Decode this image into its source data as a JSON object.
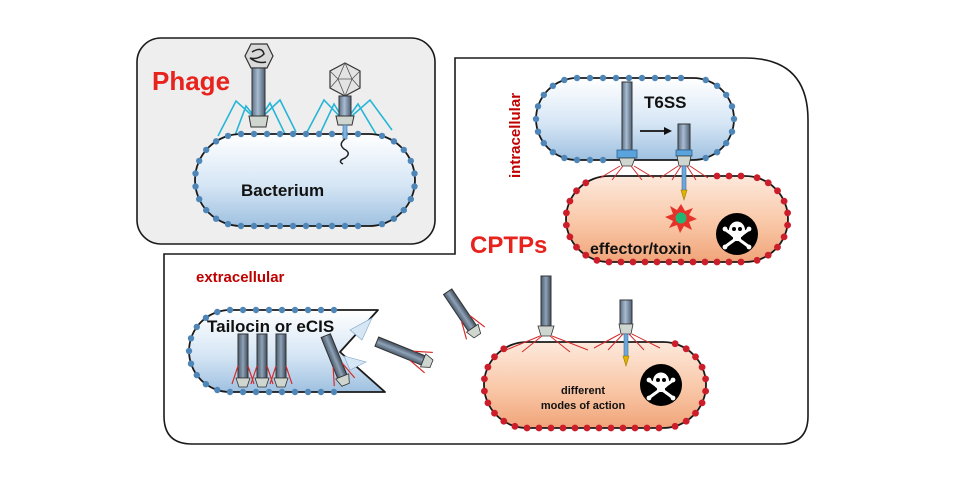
{
  "labels": {
    "phage": "Phage",
    "bacterium": "Bacterium",
    "cptps": "CPTPs",
    "intracellular": "intracellular",
    "extracellular": "extracellular",
    "t6ss": "T6SS",
    "effector_toxin": "effector/toxin",
    "tailocin": "Tailocin or eCIS",
    "modes_line1": "different",
    "modes_line2": "modes of action"
  },
  "icons": {
    "skull": "skull-crossbones-icon",
    "arrow": "right-arrow-icon",
    "burst": "toxin-burst-icon"
  },
  "colors": {
    "title_red": "#e8231e",
    "label_red": "#c00000",
    "membrane_blue": "#4f86b8",
    "membrane_red": "#cc1d2a",
    "phage_panel": "#eeeeee",
    "tail_fiber": "#27b5d8"
  }
}
